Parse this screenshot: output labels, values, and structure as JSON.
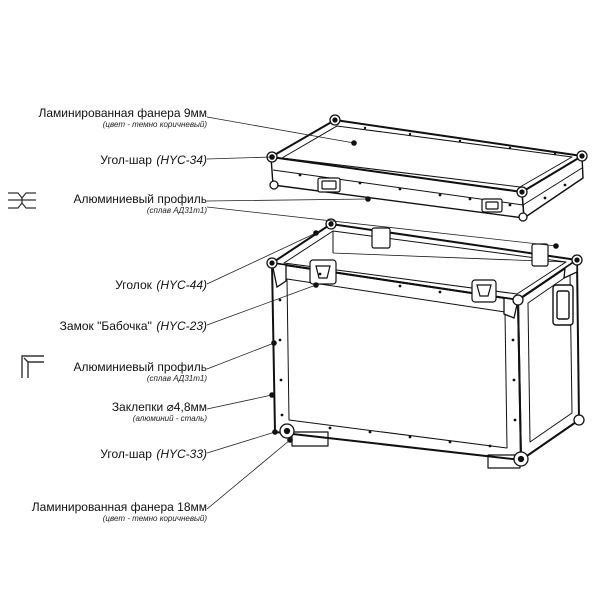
{
  "labels": [
    {
      "id": "plywood-9",
      "main": "Ламинированная фанера 9мм",
      "code": "",
      "sub": "(цвет - темно коричневый)"
    },
    {
      "id": "ball-corner-34",
      "main": "Угол-шар",
      "code": "(HYC-34)",
      "sub": ""
    },
    {
      "id": "alu-profile-top",
      "main": "Алюминиевый профиль",
      "code": "",
      "sub": "(сплав АД31т1)"
    },
    {
      "id": "corner-44",
      "main": "Уголок",
      "code": "(HYC-44)",
      "sub": ""
    },
    {
      "id": "butterfly-lock",
      "main": "Замок \"Бабочка\"",
      "code": "(HYC-23)",
      "sub": ""
    },
    {
      "id": "alu-profile-bottom",
      "main": "Алюминиевый профиль",
      "code": "",
      "sub": "(сплав АД31т1)"
    },
    {
      "id": "rivets",
      "main": "Заклепки ⌀4,8мм",
      "code": "",
      "sub": "(алюминий - сталь)"
    },
    {
      "id": "ball-corner-33",
      "main": "Угол-шар",
      "code": "(HYC-33)",
      "sub": ""
    },
    {
      "id": "plywood-18",
      "main": "Ламинированная фанера 18мм",
      "code": "",
      "sub": "(цвет - темно коричневый)"
    }
  ]
}
